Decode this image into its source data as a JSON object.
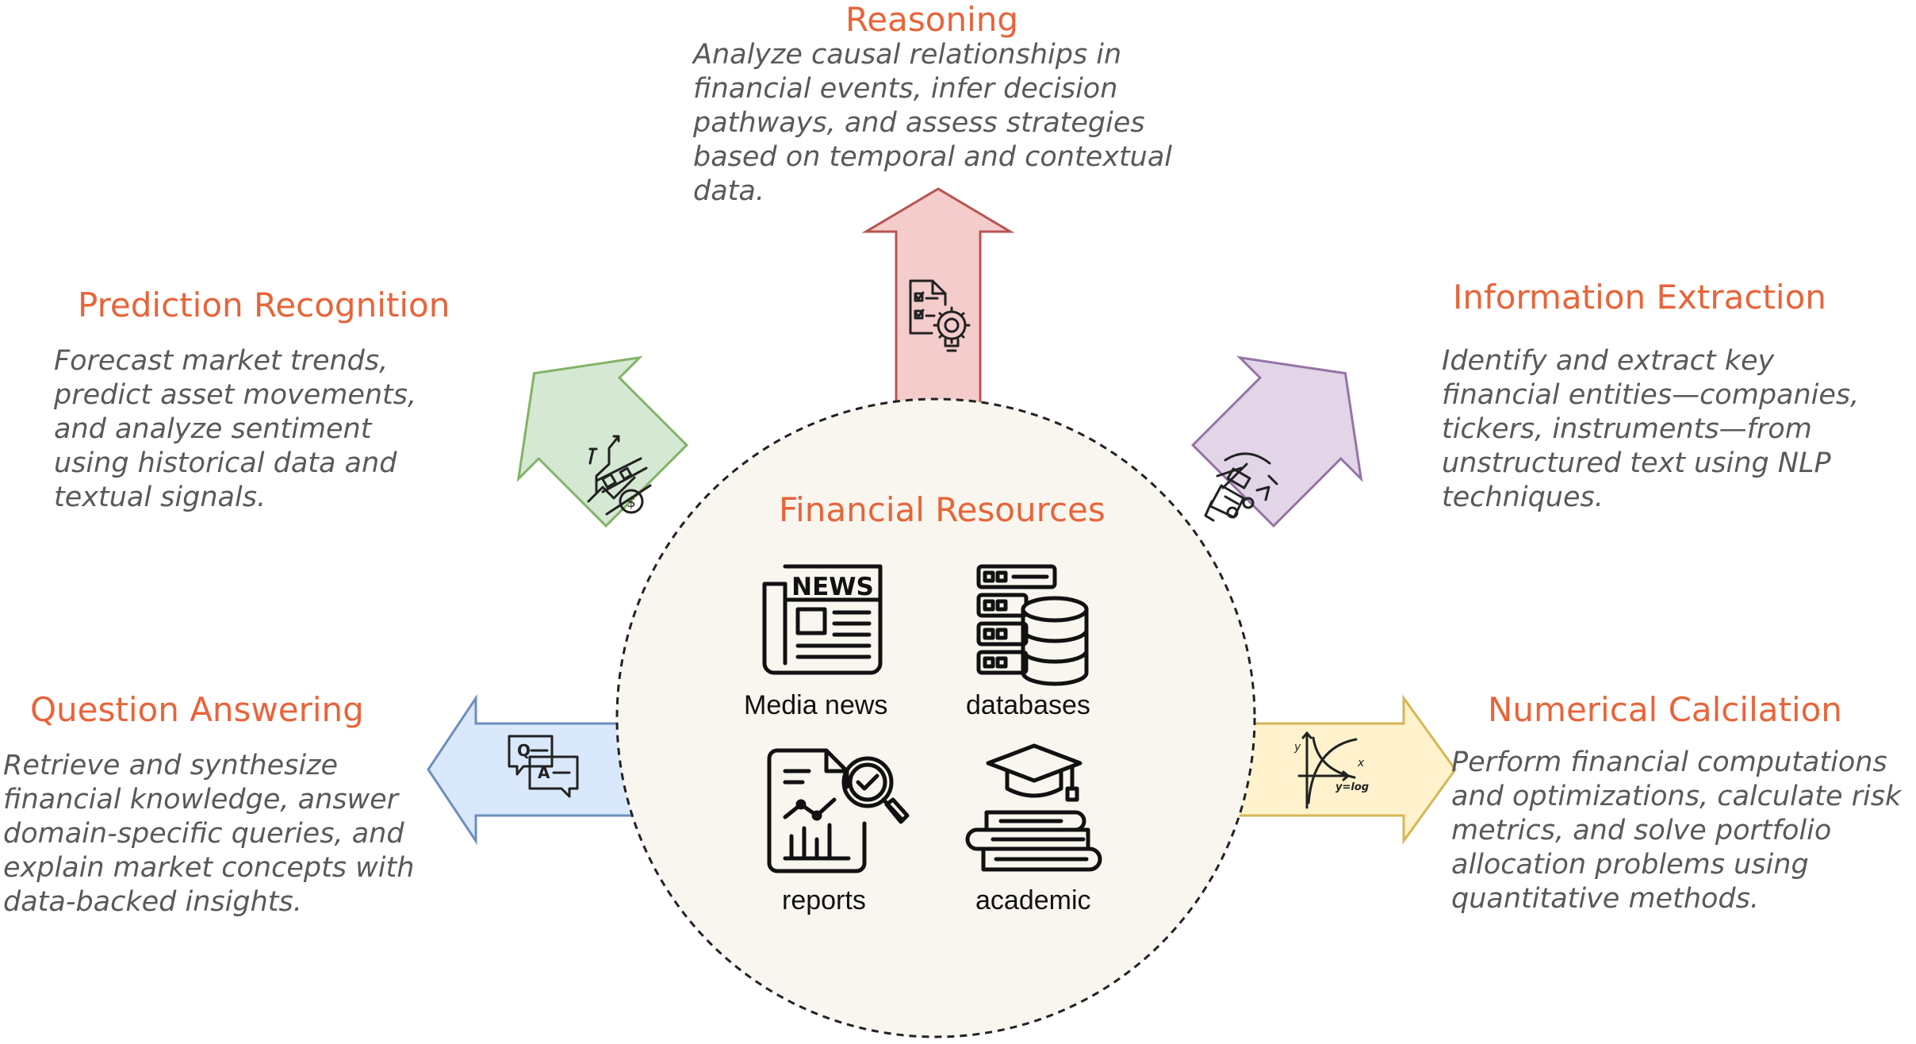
{
  "center": {
    "title": "Financial Resources",
    "resources": [
      {
        "label": "Media news",
        "icon": "newspaper-icon",
        "icon_text": "NEWS"
      },
      {
        "label": "databases",
        "icon": "database-server-icon"
      },
      {
        "label": "reports",
        "icon": "report-analysis-icon"
      },
      {
        "label": "academic",
        "icon": "graduation-books-icon"
      }
    ]
  },
  "tasks": {
    "reasoning": {
      "title": "Reasoning",
      "lines": [
        "Analyze causal relationships in",
        "financial events, infer decision",
        "pathways, and assess strategies",
        "based on temporal and contextual",
        "data."
      ],
      "icon": "checklist-gear-icon"
    },
    "prediction": {
      "title": "Prediction Recognition",
      "lines": [
        "Forecast market trends,",
        "predict asset movements,",
        "and analyze sentiment",
        "using historical data and",
        "textual signals."
      ],
      "icon": "trend-coin-icon"
    },
    "extraction": {
      "title": "Information Extraction",
      "lines": [
        "Identify and extract key",
        "financial entities—companies,",
        "tickers, instruments—from",
        "unstructured text using NLP",
        "techniques."
      ],
      "icon": "mining-cart-icon"
    },
    "qa": {
      "title": "Question Answering",
      "lines": [
        "Retrieve and synthesize",
        "financial knowledge, answer",
        "domain-specific queries, and",
        "explain market concepts with",
        "data-backed insights."
      ],
      "icon": "qa-chat-icon",
      "icon_q": "Q",
      "icon_a": "A"
    },
    "numerical": {
      "title": "Numerical Calcilation",
      "lines": [
        "Perform financial computations",
        "and optimizations, calculate risk",
        "metrics, and solve portfolio",
        "allocation problems using",
        "quantitative methods."
      ],
      "icon": "log-graph-icon",
      "icon_y": "y",
      "icon_x": "x",
      "icon_formula": "y=log"
    }
  },
  "colors": {
    "accent": "#e8643a",
    "desc_text": "#595959",
    "circle_fill": "#f8f6ee",
    "reasoning_fill": "#f4cccc",
    "reasoning_stroke": "#b85450",
    "prediction_fill": "#d5e8d4",
    "prediction_stroke": "#82b366",
    "extraction_fill": "#e1d5e7",
    "extraction_stroke": "#9673a6",
    "qa_fill": "#dae8fc",
    "qa_stroke": "#6c8ebf",
    "numerical_fill": "#fff2cc",
    "numerical_stroke": "#d6b656"
  }
}
